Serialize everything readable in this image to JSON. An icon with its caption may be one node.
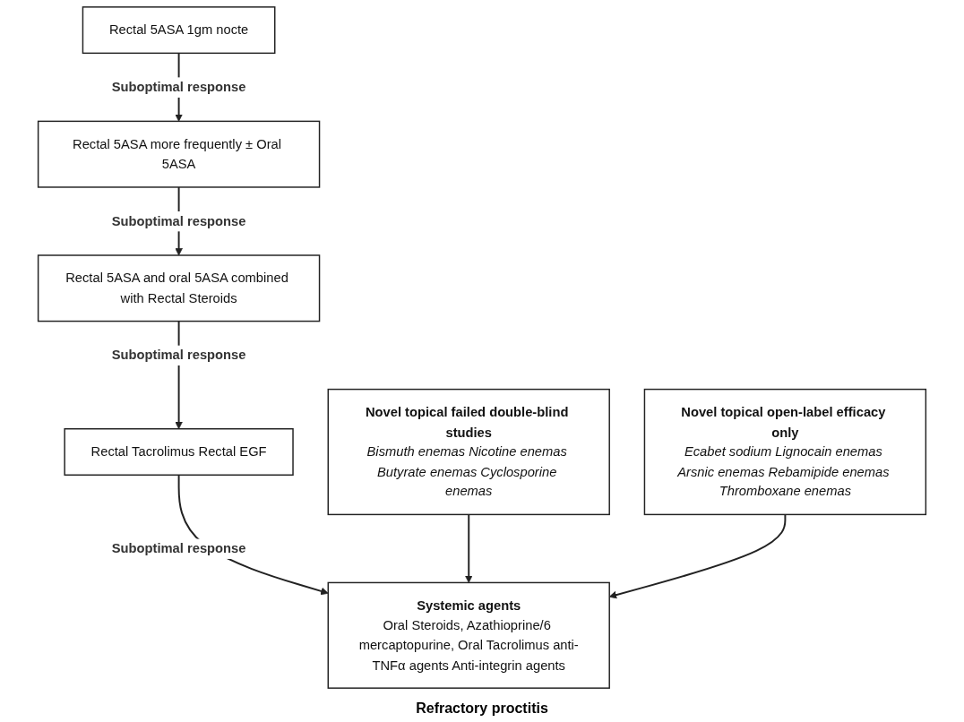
{
  "diagram": {
    "nodes": [
      {
        "text": [
          "Rectal 5ASA 1gm nocte"
        ]
      },
      {
        "text": [
          "Rectal 5ASA more frequently ± Oral 5ASA"
        ]
      },
      {
        "text": [
          "Rectal 5ASA and oral 5ASA combined with Rectal Steroids"
        ]
      },
      {
        "text": [
          "Rectal Tacrolimus Rectal EGF"
        ]
      },
      {
        "text": [
          "Novel topical failed double-blind studies",
          "Bismuth enemas Nicotine enemas Butyrate enemas Cyclosporine enemas"
        ]
      },
      {
        "text": [
          "Systemic agents",
          "Oral Steroids, Azathioprine/6 mercaptopurine, Oral Tacrolimus anti-TNFα agents Anti-integrin agents"
        ]
      },
      {
        "text": [
          "Novel topical open-label efficacy only",
          "Ecabet sodium Lignocain enemas Arsnic enemas Rebamipide enemas Thromboxane enemas"
        ]
      }
    ],
    "edges": [
      {
        "from": 0,
        "to": 1,
        "arrow": "to",
        "label": "Suboptimal response"
      },
      {
        "from": 1,
        "to": 2,
        "arrow": "to",
        "label": "Suboptimal response"
      },
      {
        "from": 2,
        "to": 3,
        "arrow": "to",
        "label": "Suboptimal response"
      },
      {
        "from": 3,
        "to": 5,
        "arrow": "to",
        "label": "Suboptimal response"
      },
      {
        "from": 4,
        "to": 5,
        "arrow": "to"
      },
      {
        "from": 6,
        "to": 5,
        "arrow": "to"
      }
    ],
    "labels": [
      "Refractory proctitis"
    ]
  }
}
